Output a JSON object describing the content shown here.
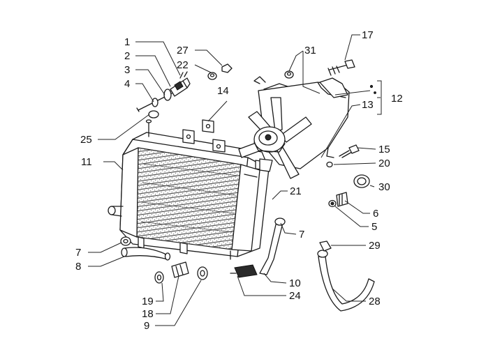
{
  "diagram": {
    "callouts": {
      "c1": "1",
      "c2": "2",
      "c3": "3",
      "c4": "4",
      "c27": "27",
      "c22": "22",
      "c25": "25",
      "c14": "14",
      "c11": "11",
      "c31": "31",
      "c17": "17",
      "c12": "12",
      "c13": "13",
      "c15": "15",
      "c20": "20",
      "c21": "21",
      "c30": "30",
      "c6": "6",
      "c5": "5",
      "c7a": "7",
      "c7b": "7",
      "c8": "8",
      "c29": "29",
      "c10": "10",
      "c24": "24",
      "c19": "19",
      "c18": "18",
      "c9": "9",
      "c28": "28"
    }
  }
}
